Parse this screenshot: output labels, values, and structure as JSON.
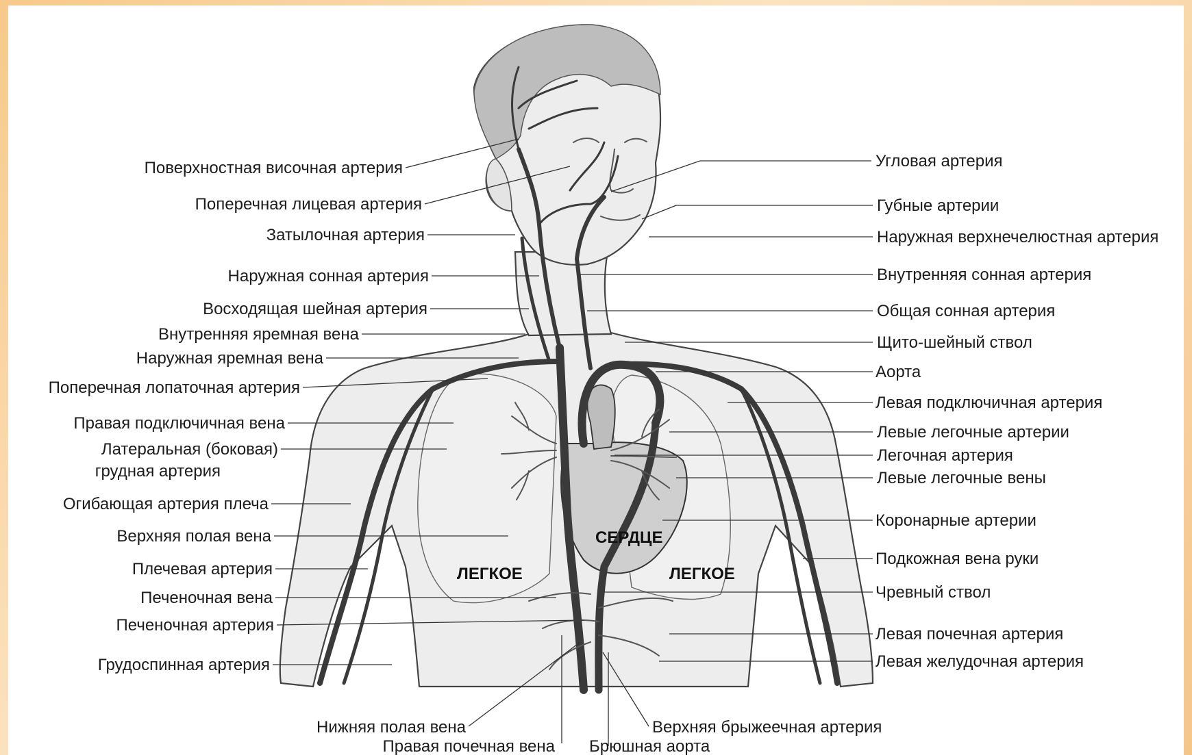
{
  "labels_left": [
    "Поверхностная височная артерия",
    "Поперечная лицевая артерия",
    "Затылочная артерия",
    "Наружная сонная артерия",
    "Восходящая шейная артерия",
    "Внутренняя яремная вена",
    "Наружная яремная вена",
    "Поперечная лопаточная артерия",
    "Правая подключичная вена",
    "Латеральная (боковая)",
    "грудная артерия",
    "Огибающая артерия плеча",
    "Верхняя полая вена",
    "Плечевая артерия",
    "Печеночная вена",
    "Печеночная артерия",
    "Грудоспинная артерия"
  ],
  "labels_right": [
    "Угловая артерия",
    "Губные артерии",
    "Наружная верхнечелюстная артерия",
    "Внутренняя сонная артерия",
    "Общая сонная артерия",
    "Щито-шейный ствол",
    "Аорта",
    "Левая подключичная артерия",
    "Левые легочные артерии",
    "Легочная артерия",
    "Левые легочные вены",
    "Коронарные артерии",
    "Подкожная вена руки",
    "Чревный ствол",
    "Левая почечная артерия",
    "Левая желудочная артерия"
  ],
  "labels_bottom": [
    "Нижняя полая вена",
    "Правая почечная вена",
    "Верхняя брыжеечная артерия",
    "Брюшная аорта"
  ],
  "organs": {
    "heart": "СЕРДЦЕ",
    "lung_right": "ЛЕГКОЕ",
    "lung_left": "ЛЕГКОЕ"
  }
}
